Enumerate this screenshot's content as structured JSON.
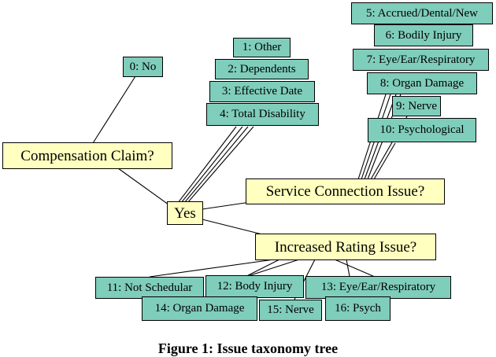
{
  "root": "Yes",
  "branches": [
    {
      "label": "Compensation Claim?",
      "leaves": [
        "0: No"
      ]
    },
    {
      "label": "Service Connection Issue?",
      "leaves": [
        "5: Accrued/Dental/New",
        "6: Bodily Injury",
        "7: Eye/Ear/Respiratory",
        "8: Organ Damage",
        "9: Nerve",
        "10: Psychological"
      ]
    },
    {
      "label": "Increased Rating Issue?",
      "leaves": [
        "11: Not Schedular",
        "12: Body Injury",
        "13: Eye/Ear/Respiratory",
        "14: Organ Damage",
        "15: Nerve",
        "16: Psych"
      ]
    }
  ],
  "root_leaves": [
    "1: Other",
    "2: Dependents",
    "3: Effective Date",
    "4: Total Disability"
  ],
  "caption": "Figure 1: Issue taxonomy tree"
}
